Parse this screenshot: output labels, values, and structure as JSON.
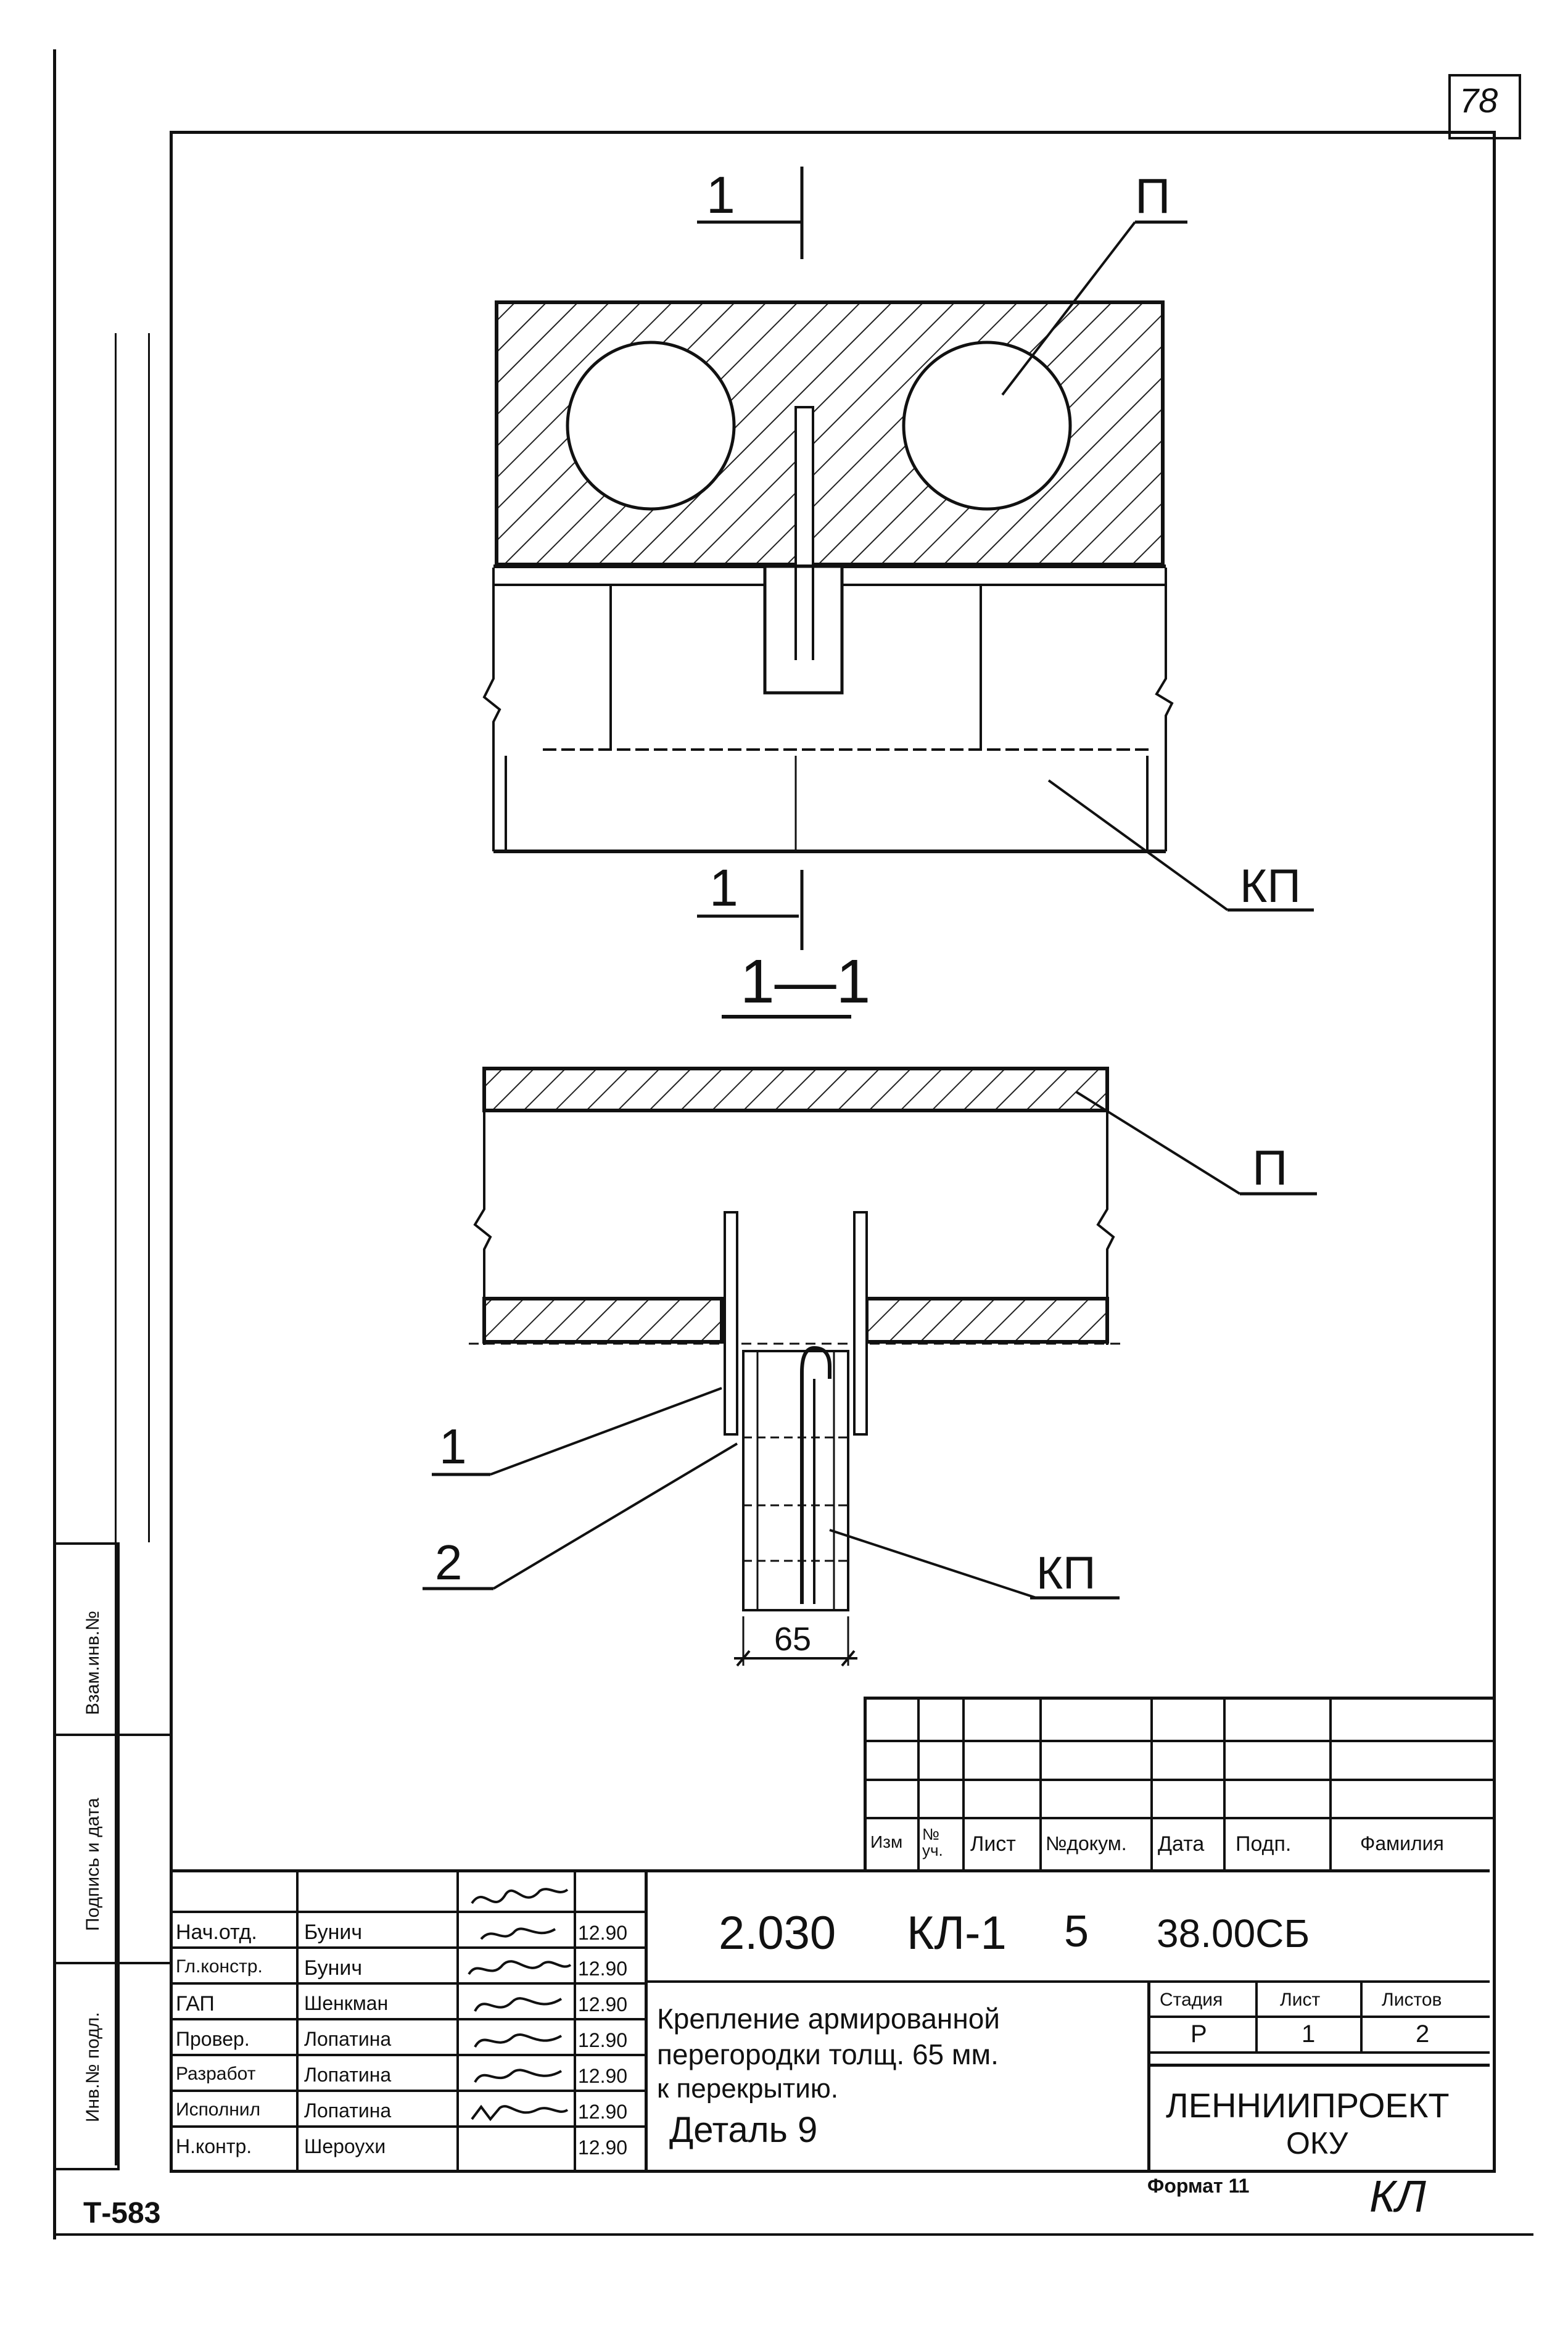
{
  "sheet": {
    "number": "78",
    "top_code": "Т-583",
    "format_label": "Формат 11",
    "corner_mark": "КЛ"
  },
  "side_stamp": {
    "labels": [
      "Взам.инв.№",
      "Подпись и дата",
      "Инв.№ подл."
    ]
  },
  "drawing": {
    "plan_view": {
      "section_mark": "1",
      "label_P": "П",
      "label_KP": "КП"
    },
    "section_view": {
      "title": "1—1",
      "label_P": "П",
      "label_KP": "КП",
      "callout_1": "1",
      "callout_2": "2",
      "dimension": "65"
    }
  },
  "revision_table": {
    "headers": [
      "Изм",
      "№ уч.",
      "Лист",
      "№докум.",
      "Дата",
      "Подп.",
      "Фамилия"
    ]
  },
  "title_block": {
    "code_main": "2.030",
    "code_series": "КЛ-1",
    "code_issue": "5",
    "code_doc": "38.00СБ",
    "title_lines": [
      "Крепление армированной",
      "перегородки толщ. 65 мм.",
      "к перекрытию."
    ],
    "detail": "Деталь 9",
    "stage_header": "Стадия",
    "sheet_header": "Лист",
    "sheets_header": "Листов",
    "stage": "Р",
    "sheet_no": "1",
    "sheets_total": "2",
    "org_line1": "ЛЕННИИПРОЕКТ",
    "org_line2": "ОКУ",
    "staff": [
      {
        "role": "Нач.отд.",
        "name": "Бунич",
        "date": "12.90"
      },
      {
        "role": "Гл.констр.",
        "name": "Бунич",
        "date": "12.90"
      },
      {
        "role": "ГАП",
        "name": "Шенкман",
        "date": "12.90"
      },
      {
        "role": "Провер.",
        "name": "Лопатина",
        "date": "12.90"
      },
      {
        "role": "Разработ",
        "name": "Лопатина",
        "date": "12.90"
      },
      {
        "role": "Исполнил",
        "name": "Лопатина",
        "date": "12.90"
      },
      {
        "role": "Н.контр.",
        "name": "Шероухи",
        "date": "12.90"
      }
    ]
  }
}
